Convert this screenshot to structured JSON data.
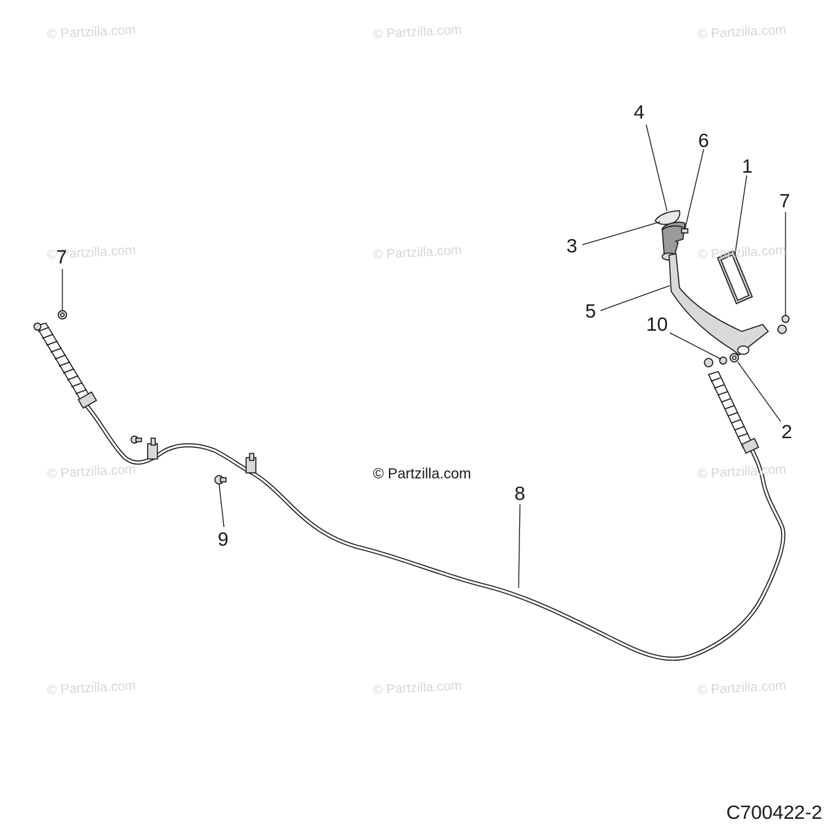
{
  "watermark_text": "© Partzilla.com",
  "center_watermark_text": "© Partzilla.com",
  "diagram_id": "C700422-2",
  "callouts": {
    "pedal_pad": "1",
    "nut_right": "2",
    "handle": "3",
    "cap": "4",
    "lever": "5",
    "screw": "6",
    "nut_top_right": "7",
    "nut_left": "7",
    "cable": "8",
    "bolt": "9",
    "washer": "10"
  },
  "colors": {
    "line": "#1a1a1a",
    "part_fill": "#d9d9d9",
    "part_fill_dark": "#9a9a9a",
    "watermark": "#d6d6d6"
  }
}
